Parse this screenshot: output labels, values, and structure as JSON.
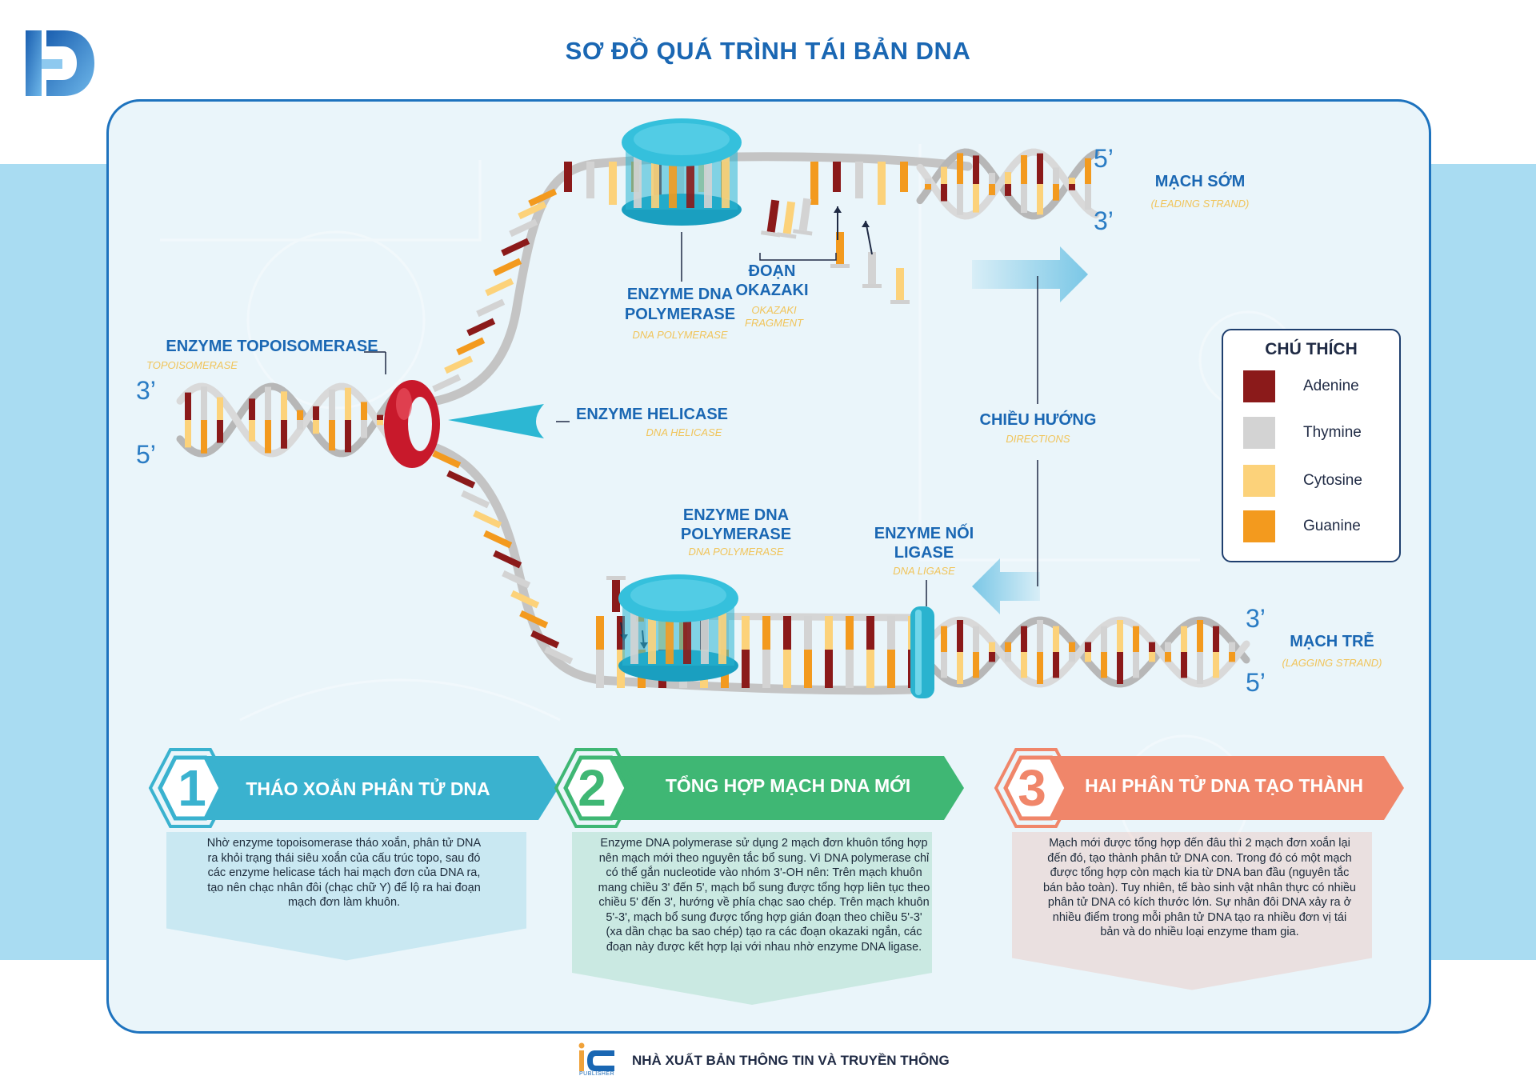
{
  "title": "SƠ ĐỒ QUÁ TRÌNH TÁI BẢN DNA",
  "strand_ends": {
    "left_top": "3’",
    "left_bottom": "5’",
    "leading_top": "5’",
    "leading_bottom": "3’",
    "lagging_top": "3’",
    "lagging_bottom": "5’"
  },
  "labels": {
    "topoisomerase": {
      "title": "ENZYME TOPOISOMERASE",
      "sub": "TOPOISOMERASE"
    },
    "helicase": {
      "title": "ENZYME HELICASE",
      "sub": "DNA HELICASE"
    },
    "polymerase_top": {
      "title_line1": "ENZYME DNA",
      "title_line2": "POLYMERASE",
      "sub": "DNA POLYMERASE"
    },
    "okazaki": {
      "title_line1": "ĐOẠN",
      "title_line2": "OKAZAKI",
      "sub_line1": "OKAZAKI",
      "sub_line2": "FRAGMENT"
    },
    "leading": {
      "title": "MẠCH SỚM",
      "sub": "(LEADING STRAND)"
    },
    "directions": {
      "title": "CHIỀU HƯỚNG",
      "sub": "DIRECTIONS"
    },
    "polymerase_bottom": {
      "title_line1": "ENZYME DNA",
      "title_line2": "POLYMERASE",
      "sub": "DNA POLYMERASE"
    },
    "ligase": {
      "title_line1": "ENZYME NỐI",
      "title_line2": "LIGASE",
      "sub": "DNA LIGASE"
    },
    "lagging": {
      "title": "MẠCH TRỄ",
      "sub": "(LAGGING STRAND)"
    }
  },
  "legend": {
    "title": "CHÚ THÍCH",
    "items": [
      {
        "label": "Adenine",
        "color": "#8b1a1a"
      },
      {
        "label": "Thymine",
        "color": "#d3d3d3"
      },
      {
        "label": "Cytosine",
        "color": "#fcd27a"
      },
      {
        "label": "Guanine",
        "color": "#f39a1e"
      }
    ]
  },
  "steps": [
    {
      "number": "1",
      "title": "THÁO XOẮN PHÂN TỬ DNA",
      "color": "#3ab2cf",
      "lines": [
        "Nhờ enzyme topoisomerase tháo xoắn, phân tử DNA",
        "ra khỏi trạng thái siêu xoắn của cấu trúc topo, sau đó",
        "các enzyme helicase tách hai mạch đơn của DNA ra,",
        "tạo nên chạc nhân đôi (chạc chữ Y) để lộ ra hai đoạn",
        "mạch đơn làm khuôn."
      ]
    },
    {
      "number": "2",
      "title": "TỔNG HỢP MẠCH DNA MỚI",
      "color": "#3fb774",
      "lines": [
        "Enzyme DNA polymerase sử dụng 2 mạch đơn khuôn tổng hợp",
        "nên mạch mới theo nguyên tắc bổ sung. Vì DNA polymerase chỉ",
        "có thể gắn nucleotide vào nhóm 3'-OH nên: Trên mạch khuôn",
        "mang chiều 3' đến 5', mạch bổ sung được tổng hợp liên tục theo",
        "chiều 5' đến 3', hướng về phía chạc sao chép. Trên mạch khuôn",
        "5'-3', mạch bổ sung được tổng hợp gián đoạn theo chiều  5'-3'",
        "(xa dần chạc ba sao chép) tạo ra các đoạn okazaki ngắn, các",
        "đoạn này được kết hợp lại với nhau nhờ enzyme DNA ligase."
      ]
    },
    {
      "number": "3",
      "title": "HAI PHÂN TỬ DNA TẠO THÀNH",
      "color": "#f0866a",
      "lines": [
        "Mạch mới được tổng hợp đến đâu thì 2 mạch đơn xoắn lại",
        "đến đó, tạo thành phân tử DNA con. Trong đó có một mạch",
        "được tổng hợp còn mạch kia từ DNA ban đầu (nguyên tắc",
        "bán bảo toàn). Tuy nhiên, tế bào sinh vật nhân thực có nhiều",
        "phân tử DNA có kích thước lớn. Sự nhân đôi DNA xảy ra ở",
        "nhiều điểm trong mỗi phân tử DNA tạo ra nhiều đơn vị tái",
        "bản và do nhiều loại enzyme tham gia."
      ]
    }
  ],
  "footer": {
    "publisher": "NHÀ XUẤT BẢN THÔNG TIN VÀ TRUYỀN THÔNG",
    "logo_text": "PUBLISHER"
  }
}
